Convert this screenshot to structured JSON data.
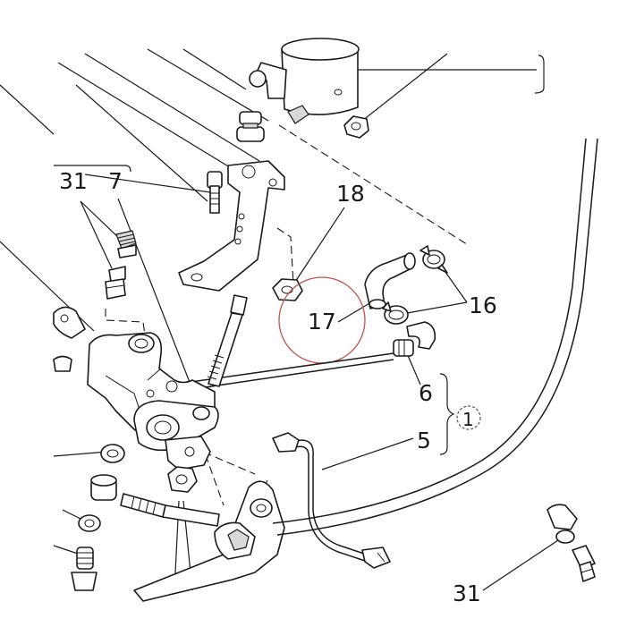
{
  "diagram": {
    "callouts": {
      "c31_top": "31",
      "c7": "7",
      "c18": "18",
      "c17": "17",
      "c16": "16",
      "c6": "6",
      "c5": "5",
      "c31_bottom": "31",
      "circled_1": "1"
    },
    "highlight_color": "#c0504d",
    "line_color": "#1a1a1a"
  }
}
